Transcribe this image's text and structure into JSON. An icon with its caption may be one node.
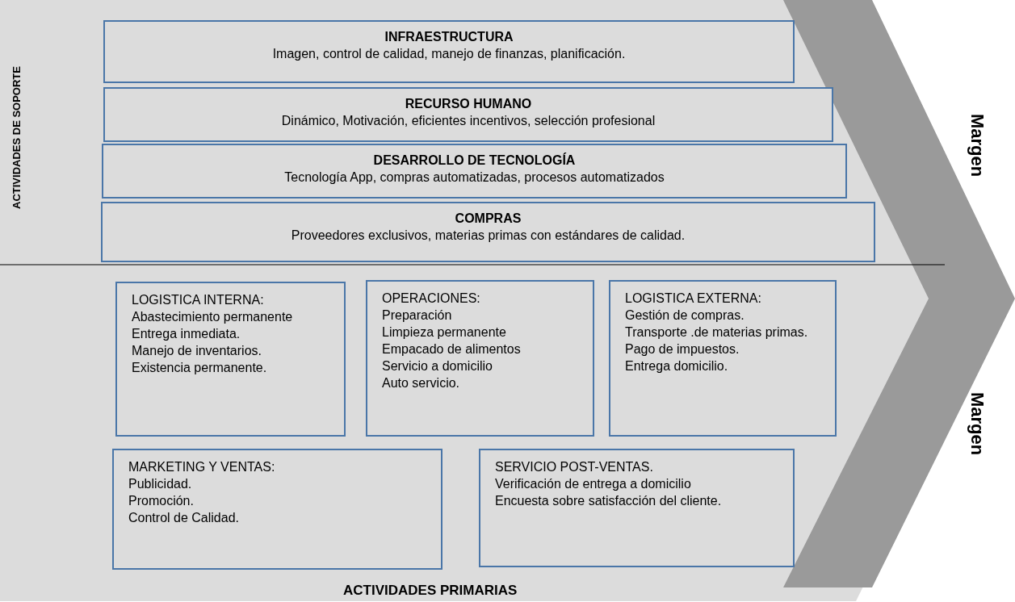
{
  "diagram": {
    "nodes": [
      {
        "text": [
          "INFRAESTRUCTURA",
          "Imagen, control de calidad, manejo de finanzas, planificación."
        ]
      },
      {
        "text": [
          "RECURSO HUMANO",
          "Dinámico, Motivación, eficientes incentivos, selección profesional"
        ]
      },
      {
        "text": [
          "DESARROLLO DE TECNOLOGÍA",
          "Tecnología App, compras automatizadas, procesos automatizados"
        ]
      },
      {
        "text": [
          "COMPRAS",
          "Proveedores exclusivos, materias primas con estándares de calidad."
        ]
      },
      {
        "text": [
          "LOGISTICA INTERNA:",
          "Abastecimiento permanente",
          "Entrega inmediata.",
          "Manejo de inventarios.",
          "Existencia permanente."
        ]
      },
      {
        "text": [
          "OPERACIONES:",
          "Preparación",
          "Limpieza permanente",
          "Empacado de alimentos",
          "Servicio a domicilio",
          "Auto servicio."
        ]
      },
      {
        "text": [
          "LOGISTICA EXTERNA:",
          "Gestión de compras.",
          "Transporte .de materias primas.",
          "Pago de impuestos.",
          "Entrega domicilio."
        ]
      },
      {
        "text": [
          "MARKETING Y VENTAS:",
          "Publicidad.",
          "Promoción.",
          "Control de Calidad."
        ]
      },
      {
        "text": [
          "SERVICIO POST-VENTAS.",
          "Verificación de entrega a domicilio",
          "Encuesta sobre satisfacción del cliente."
        ]
      }
    ],
    "edges": [],
    "labels": [
      "ACTIVIDADES DE SOPORTE",
      "Margen",
      "Margen",
      "ACTIVIDADES PRIMARIAS"
    ]
  }
}
